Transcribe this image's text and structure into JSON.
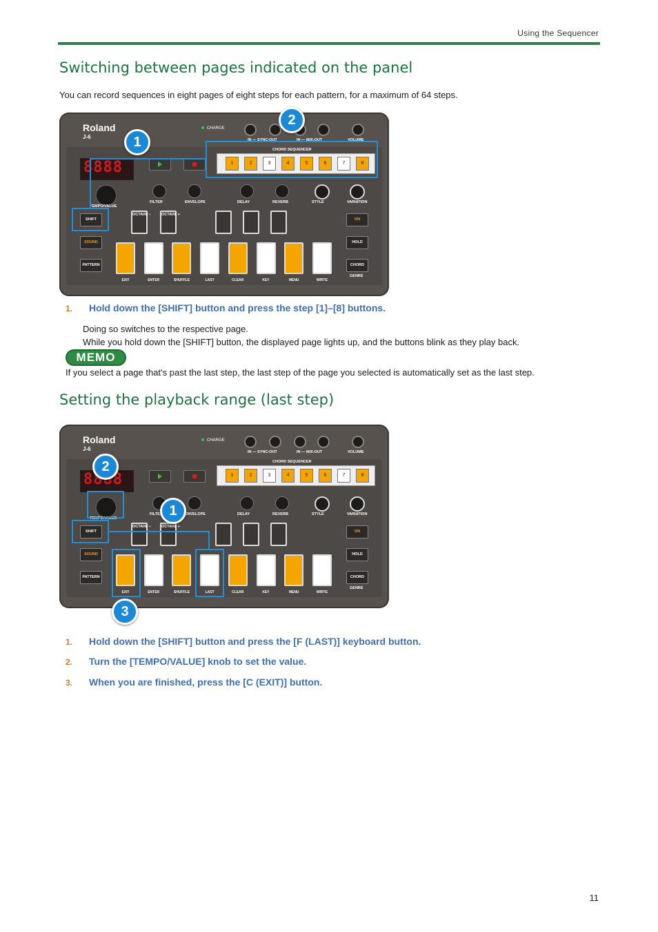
{
  "header": {
    "section": "Using the Sequencer"
  },
  "section1": {
    "title": "Switching between pages indicated on the panel",
    "intro": "You can record sequences in eight pages of eight steps for each pattern, for a maximum of 64 steps.",
    "steps": [
      {
        "num": "1.",
        "text": "Hold down the [SHIFT] button and press the step [1]–[8] buttons."
      }
    ],
    "detail1": "Doing so switches to the respective page.",
    "detail2": "While you hold down the [SHIFT] button, the displayed page lights up, and the buttons blink as they play back.",
    "memo_label": "MEMO",
    "memo_text": "If you select a page that’s past the last step, the last step of the page you selected is automatically set as the last step."
  },
  "section2": {
    "title": "Setting the playback range (last step)",
    "steps": [
      {
        "num": "1.",
        "text": "Hold down the [SHIFT] button and press the [F (LAST)] keyboard button."
      },
      {
        "num": "2.",
        "text": "Turn the [TEMPO/VALUE] knob to set the value."
      },
      {
        "num": "3.",
        "text": "When you are finished, press the [C (EXIT)] button."
      }
    ]
  },
  "device": {
    "brand": "Roland",
    "model": "J-6",
    "charge": "CHARGE",
    "in_sync_out": "IN — SYNC-OUT",
    "in_mix_out": "IN — MIX-OUT",
    "volume": "VOLUME",
    "chord_sequencer": "CHORD SEQUENCER",
    "display": "8888",
    "tempo_value": "TEMPO/VALUE",
    "knobs": [
      "FILTER",
      "ENVELOPE",
      "DELAY",
      "REVERB",
      "STYLE",
      "VARIATION"
    ],
    "seq_steps": [
      "1",
      "2",
      "3",
      "4",
      "5",
      "6",
      "7",
      "8"
    ],
    "seq_colors": [
      "#f5a500",
      "#f5a500",
      "#ffffff",
      "#f5a500",
      "#f5a500",
      "#f5a500",
      "#ffffff",
      "#f5a500"
    ],
    "left_buttons": [
      "SHIFT",
      "SOUND",
      "PATTERN"
    ],
    "right_buttons": [
      "ON",
      "HOLD",
      "CHORD"
    ],
    "genre": "GENRE",
    "octave_minus": "OCTAVE −",
    "octave_plus": "OCTAVE +",
    "keys": [
      "EXIT",
      "ENTER",
      "SHUFFLE",
      "LAST",
      "CLEAR",
      "KEY",
      "MENU",
      "WRITE"
    ],
    "key_colors": [
      "y",
      "w",
      "y",
      "w",
      "y",
      "w",
      "y",
      "w"
    ]
  },
  "callouts1": [
    "1",
    "2"
  ],
  "callouts2": [
    "2",
    "1",
    "3"
  ],
  "page_number": "11"
}
